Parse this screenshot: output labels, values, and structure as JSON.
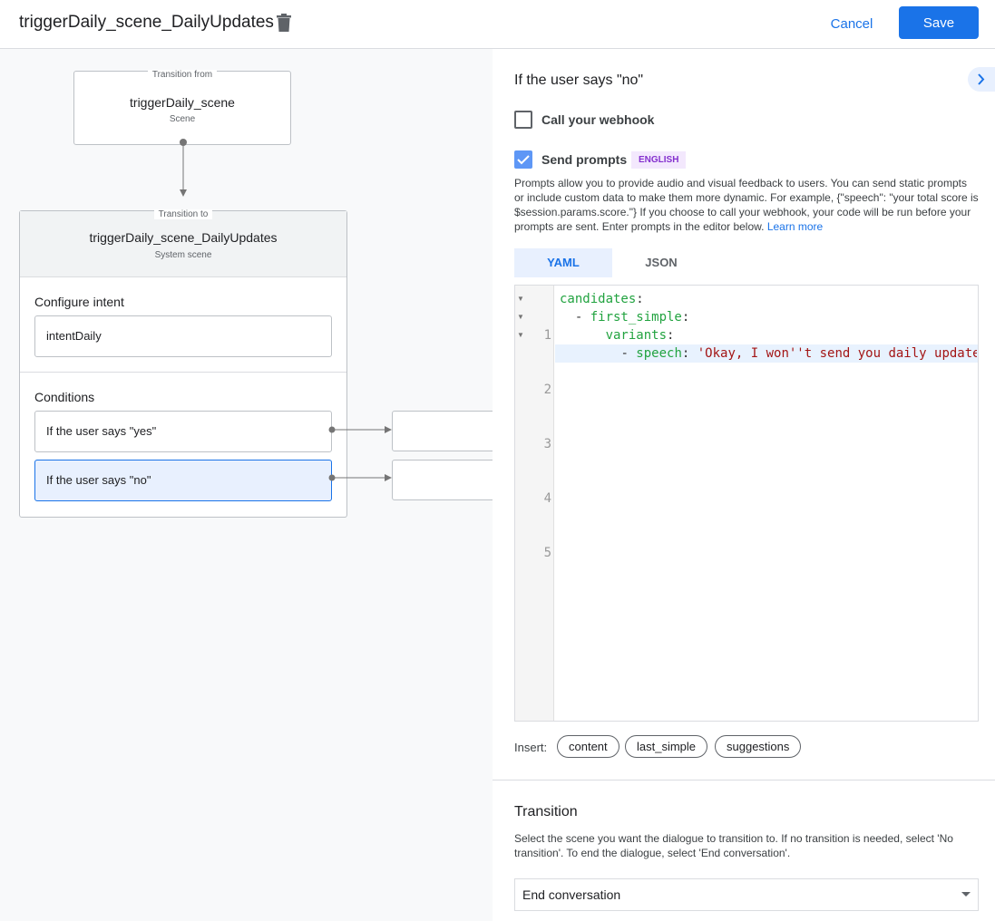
{
  "header": {
    "title": "triggerDaily_scene_DailyUpdates",
    "cancel": "Cancel",
    "save": "Save"
  },
  "canvas": {
    "from": {
      "label": "Transition from",
      "name": "triggerDaily_scene",
      "type": "Scene"
    },
    "to": {
      "label": "Transition to",
      "name": "triggerDaily_scene_DailyUpdates",
      "type": "System scene"
    },
    "intent_heading": "Configure intent",
    "intent": "intentDaily",
    "conditions_heading": "Conditions",
    "conditions": [
      {
        "label": "If the user says \"yes\""
      },
      {
        "label": "If the user says \"no\"",
        "selected": true
      }
    ]
  },
  "panel": {
    "title": "If the user says \"no\"",
    "webhook": {
      "label": "Call your webhook",
      "checked": false
    },
    "prompts": {
      "label": "Send prompts",
      "checked": true,
      "badge": "ENGLISH"
    },
    "description": "Prompts allow you to provide audio and visual feedback to users. You can send static prompts or include custom data to make them more dynamic. For example, {\"speech\": \"your total score is $session.params.score.\"} If you choose to call your webhook, your code will be run before your prompts are sent. Enter prompts in the editor below.",
    "learn_more": "Learn more",
    "tabs": [
      {
        "label": "YAML",
        "active": true
      },
      {
        "label": "JSON",
        "active": false
      }
    ],
    "editor": {
      "line_numbers": [
        "1",
        "2",
        "3",
        "4",
        "5"
      ],
      "lines": [
        {
          "key": "candidates",
          "indent": "",
          "dash": "",
          "value": ""
        },
        {
          "key": "first_simple",
          "indent": "  ",
          "dash": "- ",
          "value": ""
        },
        {
          "key": "variants",
          "indent": "      ",
          "dash": "",
          "value": ""
        },
        {
          "key": "speech",
          "indent": "        ",
          "dash": "- ",
          "value": "'Okay, I won''t send you daily update"
        },
        {
          "key": "",
          "indent": "",
          "dash": "",
          "value": ""
        }
      ]
    },
    "insert_label": "Insert:",
    "insert_chips": [
      "content",
      "last_simple",
      "suggestions"
    ],
    "transition": {
      "heading": "Transition",
      "description": "Select the scene you want the dialogue to transition to. If no transition is needed, select 'No transition'. To end the dialogue, select 'End conversation'.",
      "selected": "End conversation"
    }
  },
  "colors": {
    "accent": "#1a73e8",
    "selected_bg": "#e8f0fe",
    "badge_bg": "#f3e8fd",
    "badge_text": "#8430ce",
    "yaml_key": "#22a340",
    "yaml_string": "#a31515"
  }
}
